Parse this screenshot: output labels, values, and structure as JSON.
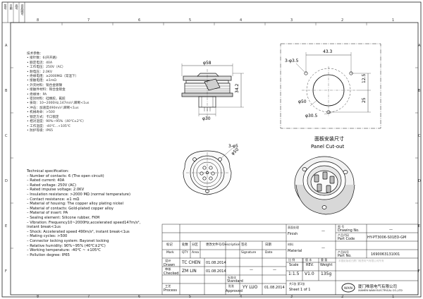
{
  "grid": {
    "top_numbers": [
      "8",
      "7",
      "6",
      "5",
      "4",
      "3",
      "2",
      "1"
    ],
    "side_letters": [
      "A",
      "B",
      "C",
      "D",
      "E",
      "F"
    ]
  },
  "corner_stamp": [
    "签号",
    "日期",
    "底号",
    "旧底图号"
  ],
  "specs_cn_title": "技术参数：",
  "specs_cn": [
    "• 接针数：6(开开路)",
    "• 额定电流：40A",
    "• 工作电压：250V（AC）",
    "• 耐电压：2.0KV",
    "• 绝缘电阻：≥2000MΩ（常温下）",
    "• 接触电阻：≤1mΩ",
    "• 外壳材料：铜合金镀镍",
    "• 接触件材料：铜合金镀金",
    "• 绝缘体：PA",
    "• 密封材料：硅橡胶，氟胶",
    "• 振动：10~2000Hz,147m/s²,瞬断<1us",
    "• 冲击：加速度490m/s²,瞬断<1us",
    "• 机械寿命：>500",
    "• 锁定方式：卡口锁定",
    "• 相对湿度：90%~95%（40℃±2℃）",
    "• 工作温度：-40℃...+105℃",
    "• 防护等级：IP65"
  ],
  "specs_en_title": "Technical specification:",
  "specs_en": [
    "– Number of contacts: 6 (The open circuit)",
    "– Rated current: 40A",
    "– Rated voltage: 250V (AC)",
    "– Rated impulse voltage: 2.0KV",
    "– Insulation resistance: >2000 MΩ (normal temperature)",
    "– Contact resistance: ≤1 mΩ",
    "– Material of housing: The copper alloy plating nickel",
    "– Material of contacts: Gold-plated copper alloy",
    "– Material of insert: PA",
    "– Sealing element: Silicone rubber, FKM",
    "– Vibration: Frequency10~2000Hz,accelerated speed147m/s²,",
    "      instant break<1us",
    "– Shock: Accelerated speed 490m/s², instant break<1us",
    "– Mating cycles: >500",
    "– Connector locking system: Bayonet locking",
    "– Relative humidity: 90%~95% (40℃±2℃)",
    "– Working temperature: -40℃ ~ +105℃",
    "– Pollution degree: IP65"
  ],
  "dimensions": {
    "top_width": "φ58",
    "height": "34.2",
    "bottom_dia": "φ30",
    "flange_holes": "3-φ5",
    "flange_dia": "φ50",
    "cutout_holes": "3-φ3.5",
    "cutout_width": "43.3",
    "cutout_v1": "12.5",
    "cutout_v2": "25",
    "cutout_circle": "φ50",
    "cutout_hole": "φ30.5"
  },
  "panel_caption_cn": "面板安装尺寸",
  "panel_caption_en": "Panel Cut-out",
  "title_block": {
    "finish_cn": "表面处理",
    "finish_en": "Finish",
    "finish_val": "—",
    "material_cn": "材料",
    "material_en": "Material",
    "material_val": "—",
    "drawing_no_cn": "图 号",
    "drawing_no_en": "Drawing No.",
    "drawing_no_val": "—",
    "part_code_cn": "产品代码",
    "part_code_en": "Part Code",
    "part_code_val": "HY-PT3006-S01ED-GM",
    "part_no_cn": "产品料号",
    "part_no_en": "Part No.",
    "part_no_val": "1690063131001",
    "scale_cn": "比 例",
    "scale_en": "Scale",
    "scale_val": "1:1.5",
    "rev_cn": "版 本",
    "rev_en": "REV.",
    "rev_val": "V1.0",
    "weight_cn": "重 量",
    "weight_en": "Weight",
    "weight_val": "135g",
    "sheet_cn": "共1张 第1张",
    "sheet_en": "Sheet 1 of 1",
    "change_headers_cn": [
      "标记",
      "处数",
      "分区",
      "更改文件号/Description",
      "签名",
      "日期"
    ],
    "change_headers_en": [
      "Mark",
      "QTY",
      "Area",
      "",
      "Signature",
      "Date"
    ],
    "rows": [
      {
        "role_cn": "设计",
        "role_en": "Drawn",
        "name": "TC CHEN",
        "date": "01.08.2014"
      },
      {
        "role_cn": "审核",
        "role_en": "Checked",
        "name": "ZM LIN",
        "date": "01.08.2014"
      },
      {
        "role_cn": "工艺",
        "role_en": "Process",
        "name": "",
        "date": ""
      }
    ],
    "std_cn": "标准化",
    "std_en": "Standard",
    "approved_cn": "批准",
    "approved_en": "Approved",
    "approved_name": "YY LUO",
    "approved_date": "01.08.2014",
    "dash": "—",
    "company_cn": "厦门唯恩电气有限公司",
    "company_en": "XIAMEN WAIN ELECTRICAL CO.,LTD",
    "company_logo": "wain-logo",
    "faint_note": "本图纸版权归厦门唯恩电气有限公司所有"
  }
}
